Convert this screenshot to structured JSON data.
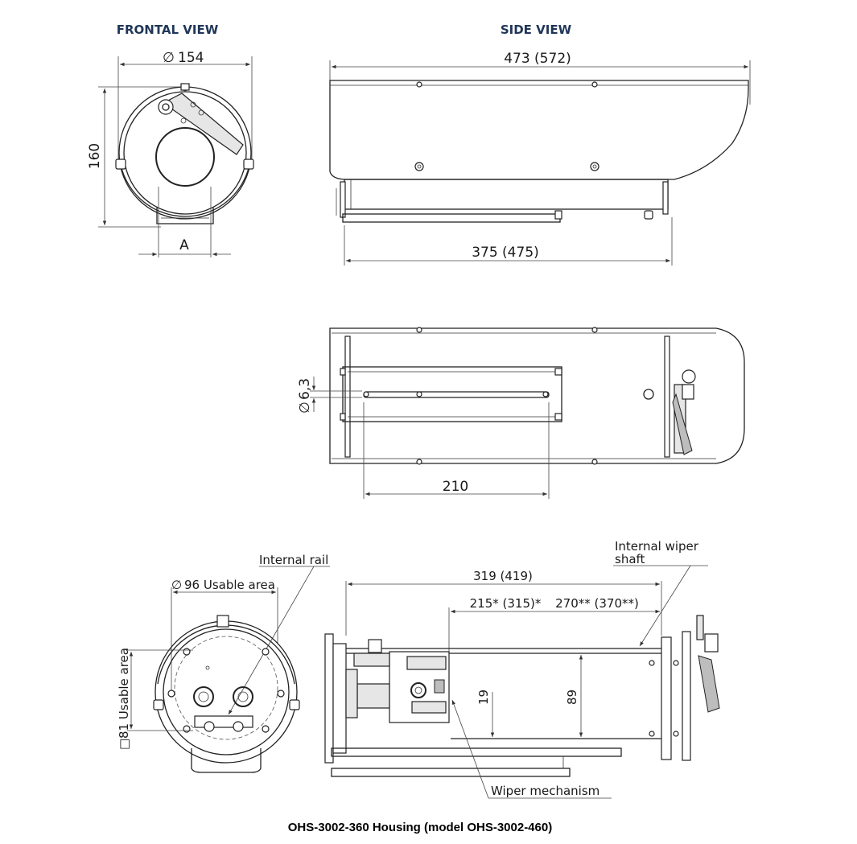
{
  "views": {
    "frontal_title": "FRONTAL VIEW",
    "side_title": "SIDE VIEW"
  },
  "dimensions": {
    "front_diameter": "154",
    "front_height": "160",
    "front_width_label": "A",
    "side_length": "473 (572)",
    "side_base_length": "375 (475)",
    "top_slot_diameter": "6,3",
    "top_slot_length": "210",
    "internal_length": "319 (419)",
    "camera_length_1": "215* (315)*",
    "camera_length_2": "270** (370**)",
    "rail_height": "19",
    "usable_height": "89",
    "usable_circle": "96 Usable area",
    "usable_square": "81 Usable area"
  },
  "labels": {
    "internal_rail": "Internal rail",
    "wiper_shaft_line1": "Internal wiper",
    "wiper_shaft_line2": "shaft",
    "wiper_mechanism": "Wiper mechanism"
  },
  "symbols": {
    "diameter": "∅",
    "square": "□"
  },
  "caption": "OHS-3002-360 Housing (model OHS-3002-460)"
}
